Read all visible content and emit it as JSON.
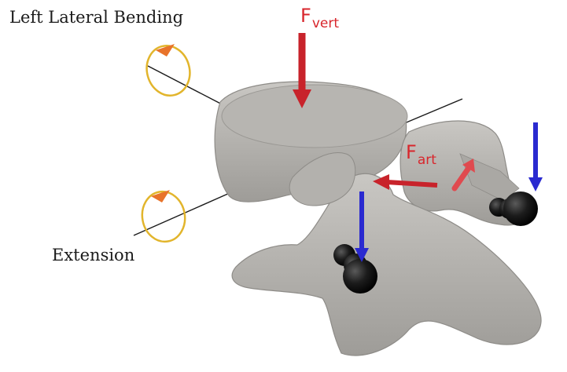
{
  "labels": {
    "left_lateral_bending": "Left Lateral Bending",
    "extension": "Extension"
  },
  "forces": {
    "vertical": {
      "symbol": "F",
      "subscript": "vert"
    },
    "articular": {
      "symbol": "F",
      "subscript": "art"
    }
  },
  "colors": {
    "force_arrow": "#c8232b",
    "force_label": "#d8262c",
    "constraint_arrow": "#2a2ad0",
    "rotation_ring": "#e2b52c",
    "rotation_cone": "#e8732a",
    "bone": "#b9b7b3",
    "bone_shadow": "#8e8c88",
    "joint_ball": "#111111",
    "axis_line": "#1a1a1a"
  },
  "icons": {
    "rotation_marker": "rotation-ring-icon",
    "constraint": "blue-arrow-icon",
    "joint": "ball-joint-icon"
  }
}
